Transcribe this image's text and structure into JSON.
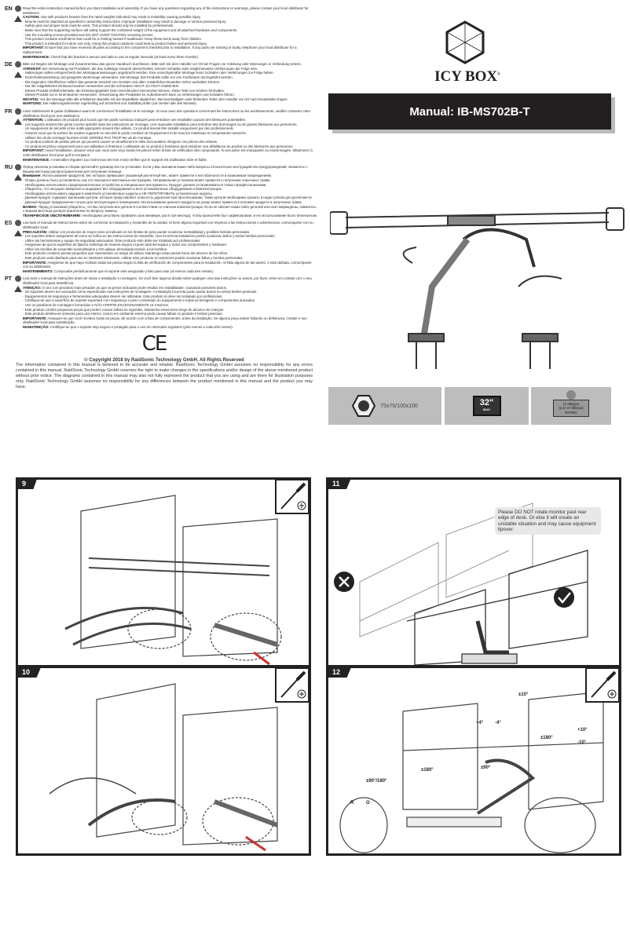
{
  "languages": [
    {
      "code": "EN",
      "intro": "Read the entire instruction manual before you start installation and assembly. If you have any questions regarding any of the instructions or warnings, please contact your local distributor for assistance.",
      "caution_label": "CAUTION:",
      "caution": "Use with products heavier than the rated weights indicated may result in instability causing possible injury.",
      "bullets": [
        "Mounts must be attached as specified in assembly instructions. Improper installation may result in damage or serious personal injury.",
        "Safety gear and proper tools must be used. This product should only be installed by professionals.",
        "Make sure that the supporting surface will safely support the combined weight of the equipment and all attached hardware and components.",
        "Use the mounting screws provided and DO NOT OVER TIGHTEN mounting screws.",
        "This product contains small items that could be a choking hazard if swallowed. Keep these items away from children.",
        "This product is intended for indoor use only. Using this product outdoors could lead to product failure and personal injury."
      ],
      "important_label": "IMPORTANT:",
      "important": "Ensure that you have received all parts according to the component checklist prior to installation. If any parts are missing or faulty, telephone your local distributor for a replacement.",
      "maintenance_label": "MAINTENANCE:",
      "maintenance": "Check that the bracket is secure and safe to use at regular intervals (at least every three months)."
    },
    {
      "code": "DE",
      "intro": "Bitte vor Beginn der Montage und Zusammenbau das ganze Handbuch durchlesen. Bitte sich mit dem Händler vor Ort bei Fragen zur Anleitung oder Warnungen in Verbindung setzen.",
      "caution_label": "VORSICHT:",
      "caution": "Bei Verwendung mit Produkten, die das zulässige Gewicht überschreiten, können Schäden oder möglicherweise Verletzungen die Folge sein.",
      "bullets": [
        "Halterungen sollen entsprechend den Montageanweisungen angebracht werden. Eine unsachgemäße Montage kann Schäden oder Verletzungen zur Folge haben.",
        "Sicherheitsausrüstung und geeignete Werkzeuge verwenden. Die Montage des Produkts sollte nur von Fachleuten durchgeführt werden.",
        "Die tragenden Oberflächen sollten das gesamte Gewicht von Geräten und allen zusätzlichen Bauteilen sicher aushalten können.",
        "Nur die mitgelieferten Einbauschrauben verwenden und die Schrauben NICHT ZU FEST ANZIEHEN.",
        "Dieses Produkt enthält Kleinteile, die Erstickungsgefahr beim Verschlucken hervorrufen können. Diese Teile von Kindern fernhalten.",
        "Dieses Produkt nur in Innenräumen verwenden. Verwendung des Produktes im Außenbereich kann zu Verletzungen und Schäden führen."
      ],
      "important_label": "WICHTIG:",
      "important": "Vor der Montage bitte alle erhaltenen Bauteile mit der Bauteilliste abgleichen. Bei beschädigten oder fehlenden Teilen den Händler vor Ort nach Ersatzteilen fragen.",
      "maintenance_label": "WARTUNG:",
      "maintenance": "Die Halterungselemente regelmäßig auf Sicherheit und Stabilität prüfen (am besten alle drei Monate)."
    },
    {
      "code": "FR",
      "intro": "Lisez entièrement le guide d'utilisateur avant de commencer l'installation et le montage. Si vous avez des questions concernant les instructions ou les avertissements, veuillez contacter votre distributeur local pour une assistance.",
      "caution_label": "ATTENTION:",
      "caution": "L'utilisation de produits plus lourds que les poids nominaux indiqués peut entraîner une instabilité causant des blessures potentielles.",
      "bullets": [
        "Les supports doivent être joints comme spécifié dans les instructions de montage. Une mauvaise installation peut entraîner des dommages ou de graves blessures aux personnes.",
        "Un équipement de sécurité et les outils appropriés doivent être utilisés. Ce produit devrait être installé uniquement par des professionnels.",
        "Assurez-vous que la surface de soutien supporte en sécurité le poids combiné de l'équipement et de tous les matériaux et composantes associés.",
        "Utilisez les vis de montage fournies et NE SERREZ PAS TROP les vis de montage.",
        "Ce produit contient de petites pièces qui peuvent causer un étouffement si elles sont avalées. Éloignez ces pièces des enfants.",
        "Ce produit est prévu uniquement pour une utilisation à l'intérieur. L'utilisation de ce produit à l'extérieur peut entraîner une défaillance du produit ou des blessures aux personnes."
      ],
      "important_label": "IMPORTANT:",
      "important": "Avant l'installation, assurez-vous que vous avez reçu toutes les pièces selon la liste de vérification des composants. Si une pièce est manquante ou endommagée, téléphonez à votre distributeur local pour qu'il la remplace.",
      "maintenance_label": "MAINTENANCE:",
      "maintenance": "A intervalles réguliers (au moins tous les trois mois) vérifiez que le support est d'utilisation sûre et fiable."
    },
    {
      "code": "RU",
      "intro": "Перед началом установки и сборки прочитайте руководство по установке. Если у Вас возникли какие-либо вопросы относительно инструкций или предупреждений, свяжитесь с Вашим местным распространителем для получения помощи.",
      "caution_label": "Внимание:",
      "caution": "Использование продуктов, вес которых превышает указанный расчетный вес, может привести к нестабильности и возможным повреждениям.",
      "bullets": [
        "Опоры должны быть установлены, как это показано в монтажных инструкциях. Неправильная установка может привести к получению серьезных травм.",
        "Необходимо использовать предохранительные устройства и специальные инструменты. Продукт должен устанавливаться только профессионалами.",
        "Убедитесь, что несущая поверхность выдержит вес оборудования и всех установленных оборудования и комплектующих.",
        "Необходимо использовать идущие в комплекте установочные шурупы и НЕ ПЕРЕТЯГИВАТЬ установочные шурупы.",
        "Данный продукт содержит маленькие детали, которые представляют опасность удушения при проглатывании. Такие детали необходимо хранить в недоступном для детей месте.",
        "Данный продукт предназначен только для эксплуатации в помещениях. Использование данного продукта на улице может привести к поломке продукта и получению травм."
      ],
      "important_label": "ВАЖНО:",
      "important": "Перед установкой убедитесь, что Вы получили все детали в соответствии со списком комплектующих. Если не хватает каких-либо деталей или они повреждены, свяжитесь с Вашим местным распространителем по вопросу замены.",
      "maintenance_label": "ТЕХНИЧЕСКОЕ ОБСЛУЖИВАНИЕ:",
      "maintenance": "Необходимо регулярно проверять (как минимум, раз в три месяца), чтобы кронштейн был зафиксирован, и его использование было безопасным."
    },
    {
      "code": "ES",
      "intro": "Lea todo el manual de instrucciones antes de comenzar la instalación y ensamble de la unidad. Si tiene alguna inquietud con respecto a las instrucciones o advertencias, comuníquese con su distribuidor local.",
      "caution_label": "PRECAUCIÓN:",
      "caution": "Utilizar con productos de mayor peso al indicado en los límites de peso puede ocasionar inestabilidad y posibles heridas personales.",
      "bullets": [
        "Los soportes deben asegurarse tal como se indica en las instrucciones de ensamble. Una incorrecta instalación podría ocasionar daños y serias heridas personales.",
        "Utilice las herramientas y equipo de seguridad adecuados. Este producto solo debe ser instalado por profesionales.",
        "Asegúrese de que la superficie de fijación sostenga de manera segura el peso total del equipo y todos sus componentes y hardware.",
        "Utilice los tornillos de ensamble suministrados y NO aplique demasiada tensión a los tornillos.",
        "Este producto contiene piezas pequeñas que representan un riesgo de asfixia. Mantenga estas piezas fuera del alcance de los niños.",
        "Este producto está diseñado para uso en interiores solamente. Utilizar este producto en exteriores podría ocasionar fallas y heridas personales."
      ],
      "important_label": "IMPORTANTE:",
      "important": "Asegúrese de que haya recibido todas las piezas según la lista de verificación de componentes para la instalación. Si falta alguna de las partes, o está dañada, comuníquese con su distribuidor.",
      "maintenance_label": "MANTENIMIENTO:",
      "maintenance": "Compruebe periódicamente que el soporte esté asegurado y listo para usar (al menos cada tres meses)."
    },
    {
      "code": "PT",
      "intro": "Leia todo o manual de instruções antes de iniciar a instalação e montagem. Se você tiver alguma dúvida sobre qualquer uma das instruções ou avisos, por favor, entre em contato com o seu distribuidor local para assistência.",
      "caution_label": "ATENÇÃO:",
      "caution": "O uso com produtos mais pesados do que os pesos indicados pode resultar em instabilidade, causando possíveis danos.",
      "bullets": [
        "Os suportes devem ser anexados como especificado nas instruções de montagem. A instalação incorreta pode causar danos ou sérias lesões pessoais.",
        "Equipamentos de segurança e ferramentas adequadas devem ser utilizadas. Este produto só deve ser instalado por profissionais.",
        "Certifique-se que a superfície de suporte suportará com segurança o peso combinado do equipamento e todas as ferragens e componentes anexados.",
        "Use os parafusos de montagem fornecidos e NÃO APERTE EXCESSIVAMENTE os mesmos.",
        "Este produto contém pequenas peças que podem causar asfixia se ingeridas. Mantenha esses itens longe do alcance de crianças.",
        "Este produto destina-se somente para uso interno. Usá-lo em ambiente externo pode causar falhas no produto e lesões pessoais."
      ],
      "important_label": "IMPORTANTE:",
      "important": "Assegure-se que você recebeu todas as peças, de acordo com a lista de componentes, antes da instalação. Se alguma peça estiver faltando ou defeituosa, contate o seu distribuidor local para substituição.",
      "maintenance_label": "MANUTENÇÃO:",
      "maintenance": "Certifique-se que o suporte seja seguro e protegido para o uso em intervalos regulares (pelo menos a cada três meses)."
    }
  ],
  "ce_mark": "CE",
  "copyright": {
    "heading": "© Copyright 2018 by RaidSonic Technology GmbH. All Rights Reserved",
    "text": "The information contained in this manual is believed to be accurate and reliable. RaidSonic Technology GmbH assumes no responsibility for any errors contained in this manual. RaidSonic Technology GmbH reserves the right to make changes in the specifications and/or design of the above mentioned product without prior notice. The diagrams contained in this manual may also not fully represent the product that you are using and are there for illustration purposes only. RaidSonic Technology GmbH assumes no responsibility for any differences between the product mentioned in this manual and the product you may have."
  },
  "brand": {
    "name": "ICY BOX",
    "reg": "®"
  },
  "title": "Manual: IB-MS702B-T",
  "specs": {
    "vesa": "75x75/100x100",
    "size": "32\"",
    "size_sub": "MAX",
    "weight_line1": "(1~8kg)x2",
    "weight_line2": "(2.2~17.6lbs)x2",
    "weight_line3": "RATED"
  },
  "steps": [
    {
      "number": "9"
    },
    {
      "number": "10"
    },
    {
      "number": "11",
      "note": "Please DO NOT rotate monitor past rear edge of desk. Or else it will create an unstable situation and may cause equipment tipover."
    },
    {
      "number": "12",
      "labels": {
        "top": "±10°",
        "tilt_plus": "+4°",
        "tilt_minus": "-4°",
        "rotate_right": "±180°",
        "height_plus": "+10°",
        "height_minus": "-10°",
        "swivel_left": "±180°",
        "swivel_mid": "±90°",
        "swivel_base": "±90°/180°",
        "r": "R",
        "o": "O"
      }
    }
  ],
  "colors": {
    "title_bg": "#231f20",
    "spec_bg": "#bdbdbd",
    "note_bg": "#e8e8e8"
  }
}
